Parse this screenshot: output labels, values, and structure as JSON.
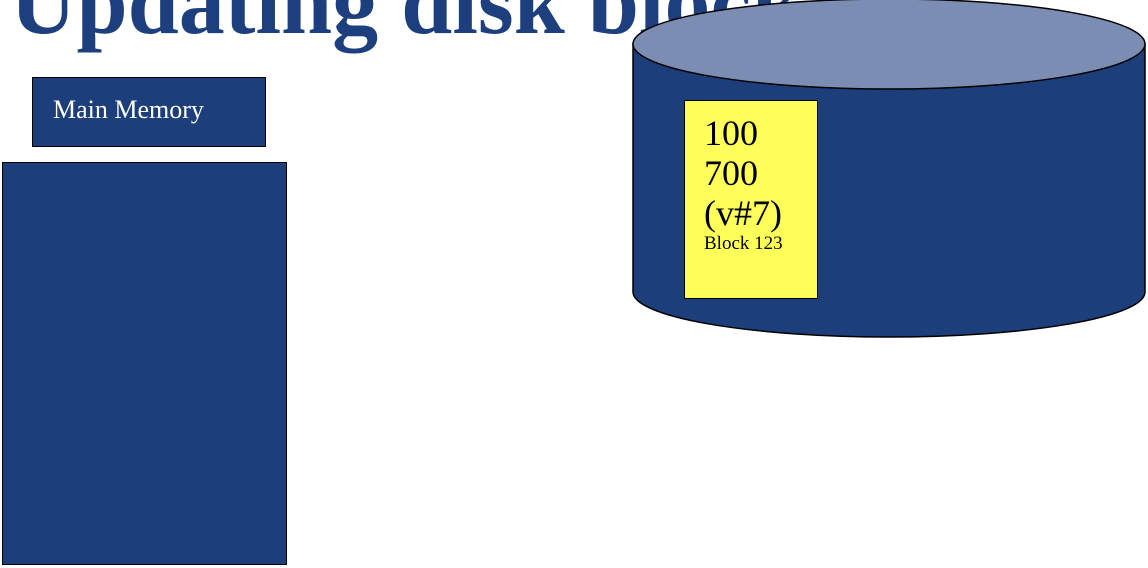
{
  "title": "Updating disk block",
  "memory": {
    "label": "Main Memory"
  },
  "disk_block": {
    "values": [
      "100",
      "700",
      "(v#7)"
    ],
    "label": "Block 123"
  },
  "colors": {
    "title": "#1e3f7e",
    "memory_fill": "#1c3f7c",
    "disk_body": "#1c3f7c",
    "disk_top": "#7b8db3",
    "block_fill": "#ffff59"
  }
}
